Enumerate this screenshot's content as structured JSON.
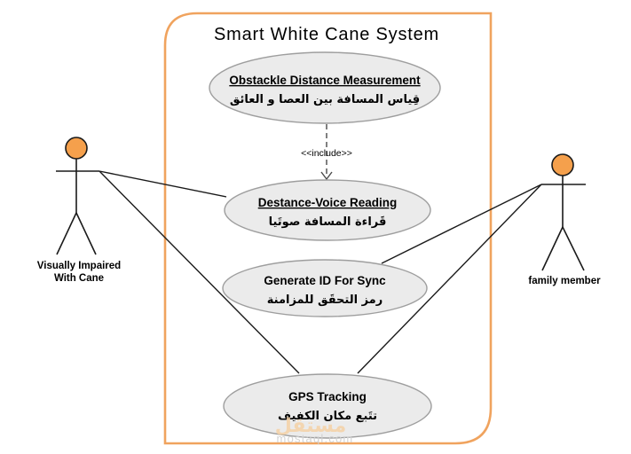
{
  "diagram": {
    "title": "Smart White Cane System",
    "include_label": "<<include>>",
    "use_cases": [
      {
        "name": "Obstackle Distance Measurement",
        "name_ar": "قِياس المسافة بين العصا و العائق"
      },
      {
        "name": "Destance-Voice Reading",
        "name_ar": "قَراءة المسافة صوتَيا"
      },
      {
        "name": "Generate ID For Sync",
        "name_ar": "رمز التحقَق للمزامنة"
      },
      {
        "name": "GPS Tracking",
        "name_ar": "تتَبع مكان الكفيف"
      }
    ],
    "actors": [
      {
        "label_line1": "Visually Impaired",
        "label_line2": "With Cane"
      },
      {
        "label_line1": "family member"
      }
    ],
    "colors": {
      "boundary_border": "#f0a35e",
      "actor_head": "#f5a04c",
      "ellipse_fill": "#ebebeb",
      "ellipse_border": "#9e9e9e",
      "text": "#000000"
    },
    "watermark": {
      "logo": "مستقل",
      "domain": "mostaql.com"
    }
  }
}
